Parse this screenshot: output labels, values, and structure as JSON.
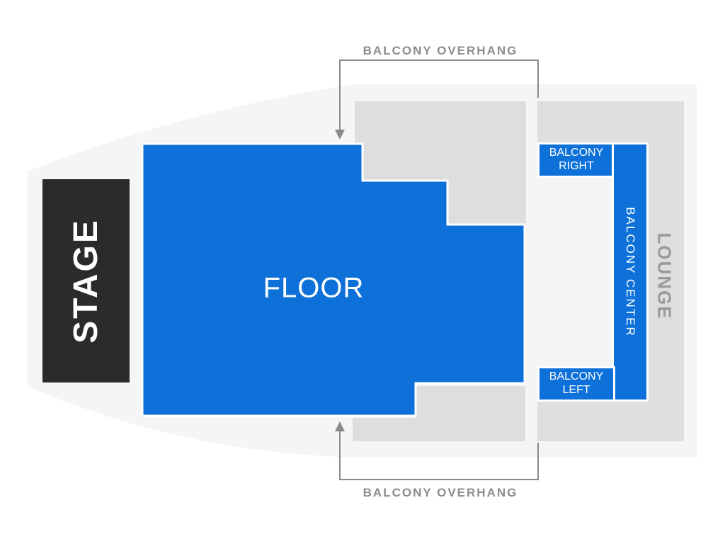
{
  "sections": {
    "stage": {
      "label": "STAGE"
    },
    "floor": {
      "label": "FLOOR"
    },
    "balcony_right": {
      "label": "BALCONY RIGHT"
    },
    "balcony_center": {
      "label": "BALCONY CENTER"
    },
    "balcony_left": {
      "label": "BALCONY LEFT"
    },
    "lounge": {
      "label": "LOUNGE"
    }
  },
  "annotations": {
    "top_overhang": {
      "label": "BALCONY OVERHANG"
    },
    "bottom_overhang": {
      "label": "BALCONY OVERHANG"
    }
  },
  "colors": {
    "section_blue": "#0d71d9",
    "stage_dark": "#2b2b2b",
    "overhang_gray": "#dedede",
    "venue_fill": "#f5f5f5",
    "section_text": "#ffffff",
    "annotation_text": "#8c8c8c",
    "lounge_text": "#9a9a9a",
    "bracket_line": "#8a8a8a"
  }
}
